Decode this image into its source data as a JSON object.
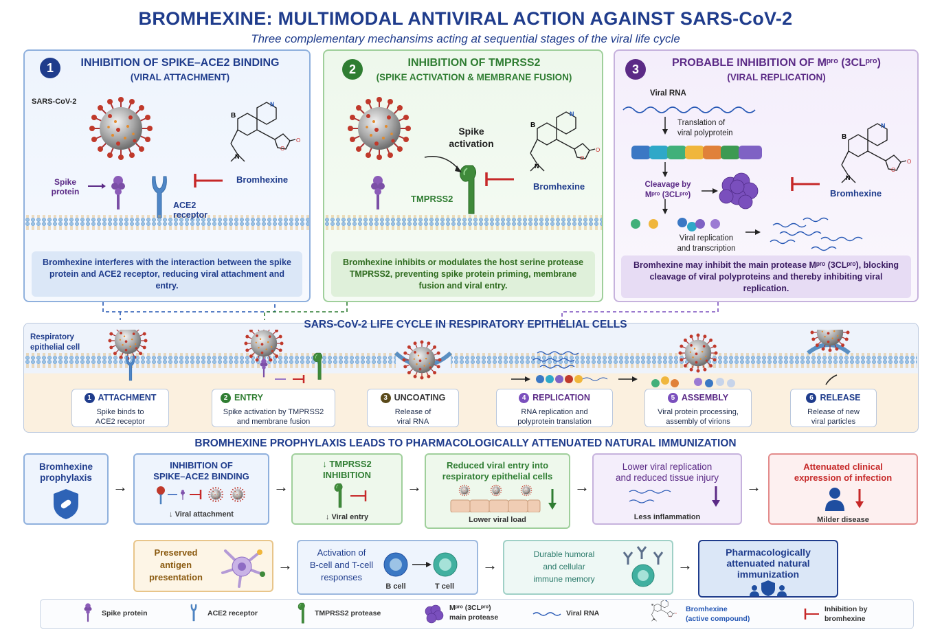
{
  "title": "BROMHEXINE: MULTIMODAL ANTIVIRAL ACTION AGAINST SARS-CoV-2",
  "subtitle": "Three complementary mechansims acting at sequential stages of the viral life cycle",
  "panel1": {
    "number": "1",
    "title": "INHIBITION OF SPIKE–ACE2 BINDING",
    "subtitle": "(VIRAL ATTACHMENT)",
    "virus_label": "SARS-CoV-2",
    "spike_label": "Spike\nprotein",
    "ace2_label": "ACE2\nreceptor",
    "drug_label": "Bromhexine",
    "description": "Bromhexine interferes with the interaction between the spike protein and ACE2 receptor, reducing viral attachment and entry."
  },
  "panel2": {
    "number": "2",
    "title": "INHIBITION OF TMPRSS2",
    "subtitle": "(SPIKE ACTIVATION & MEMBRANE FUSION)",
    "activation_label": "Spike\nactivation",
    "tmprss2_label": "TMPRSS2",
    "drug_label": "Bromhexine",
    "description": "Bromhexine inhibits or modulates the host serine protease TMPRSS2, preventing spike protein priming, membrane fusion and viral entry."
  },
  "panel3": {
    "number": "3",
    "title": "PROBABLE INHIBITION OF Mᵖʳᵒ (3CLᵖʳᵒ)",
    "subtitle": "(VIRAL REPLICATION)",
    "rna_label": "Viral RNA",
    "translation_label": "Translation of\nviral polyprotein",
    "cleavage_label": "Cleavage by\nMᵖʳᵒ (3CLᵖʳᵒ)",
    "replication_label": "Viral replication\nand transcription",
    "drug_label": "Bromhexine",
    "description": "Bromhexine may inhibit the main protease Mᵖʳᵒ (3CLᵖʳᵒ), blocking cleavage of viral polyproteins and thereby inhibiting viral replication."
  },
  "lifecycle": {
    "title": "SARS-CoV-2 LIFE CYCLE IN RESPIRATORY EPITHELIAL CELLS",
    "cell_label": "Respiratory\nepithelial cell",
    "steps": [
      {
        "num": "1",
        "title": "ATTACHMENT",
        "body": "Spike binds to\nACE2 receptor"
      },
      {
        "num": "2",
        "title": "ENTRY",
        "body": "Spike activation by TMPRSS2\nand membrane fusion"
      },
      {
        "num": "3",
        "title": "UNCOATING",
        "body": "Release of\nviral RNA"
      },
      {
        "num": "4",
        "title": "REPLICATION",
        "body": "RNA replication and\npolyprotein translation"
      },
      {
        "num": "5",
        "title": "ASSEMBLY",
        "body": "Viral protein processing,\nassembly of virions"
      },
      {
        "num": "6",
        "title": "RELEASE",
        "body": "Release of new\nviral particles"
      }
    ]
  },
  "prophylaxis": {
    "title": "BROMHEXINE PROPHYLAXIS  LEADS TO PHARMACOLOGICALLY ATTENUATED NATURAL IMMUNIZATION",
    "row1": [
      {
        "title": "Bromhexine\nprophylaxis",
        "caption": ""
      },
      {
        "title": "INHIBITION OF\nSPIKE–ACE2 BINDING",
        "caption": "↓ Viral attachment"
      },
      {
        "title": "↓ TMPRSS2\nINHIBITION",
        "caption": "↓ Viral entry"
      },
      {
        "title": "Reduced viral entry into\nrespiratory epithelial cells",
        "caption": "Lower viral load"
      },
      {
        "title": "Lower viral replication\nand reduced tissue injury",
        "caption": "Less inflammation"
      },
      {
        "title": "Attenuated clinical\nexpression of infection",
        "caption": "Milder disease"
      }
    ],
    "row2": [
      {
        "title": "Preserved\nantigen\npresentation"
      },
      {
        "title": "Activation of\nB-cell and T-cell\nresponses",
        "b_label": "B cell",
        "t_label": "T cell"
      },
      {
        "title": "Durable humoral\nand cellular\nimmune memory"
      },
      {
        "title": "Pharmacologically\nattenuated natural\nimmunization"
      }
    ]
  },
  "legend": {
    "spike": "Spike protein",
    "ace2": "ACE2 receptor",
    "tmprss2": "TMPRSS2 protease",
    "mpro": "Mᵖʳᵒ (3CLᵖʳᵒ)\nmain protease",
    "rna": "Viral RNA",
    "bromhexine": "Bromhexine\n(active compound)",
    "inhibition": "Inhibition by\nbromhexine"
  },
  "colors": {
    "blue": "#1f3c8c",
    "green": "#2f7d32",
    "purple": "#5b2a86",
    "red": "#c62828",
    "spike": "#7b4fa6",
    "ace2": "#4f86c6",
    "tmprss2": "#3f8a3a"
  }
}
